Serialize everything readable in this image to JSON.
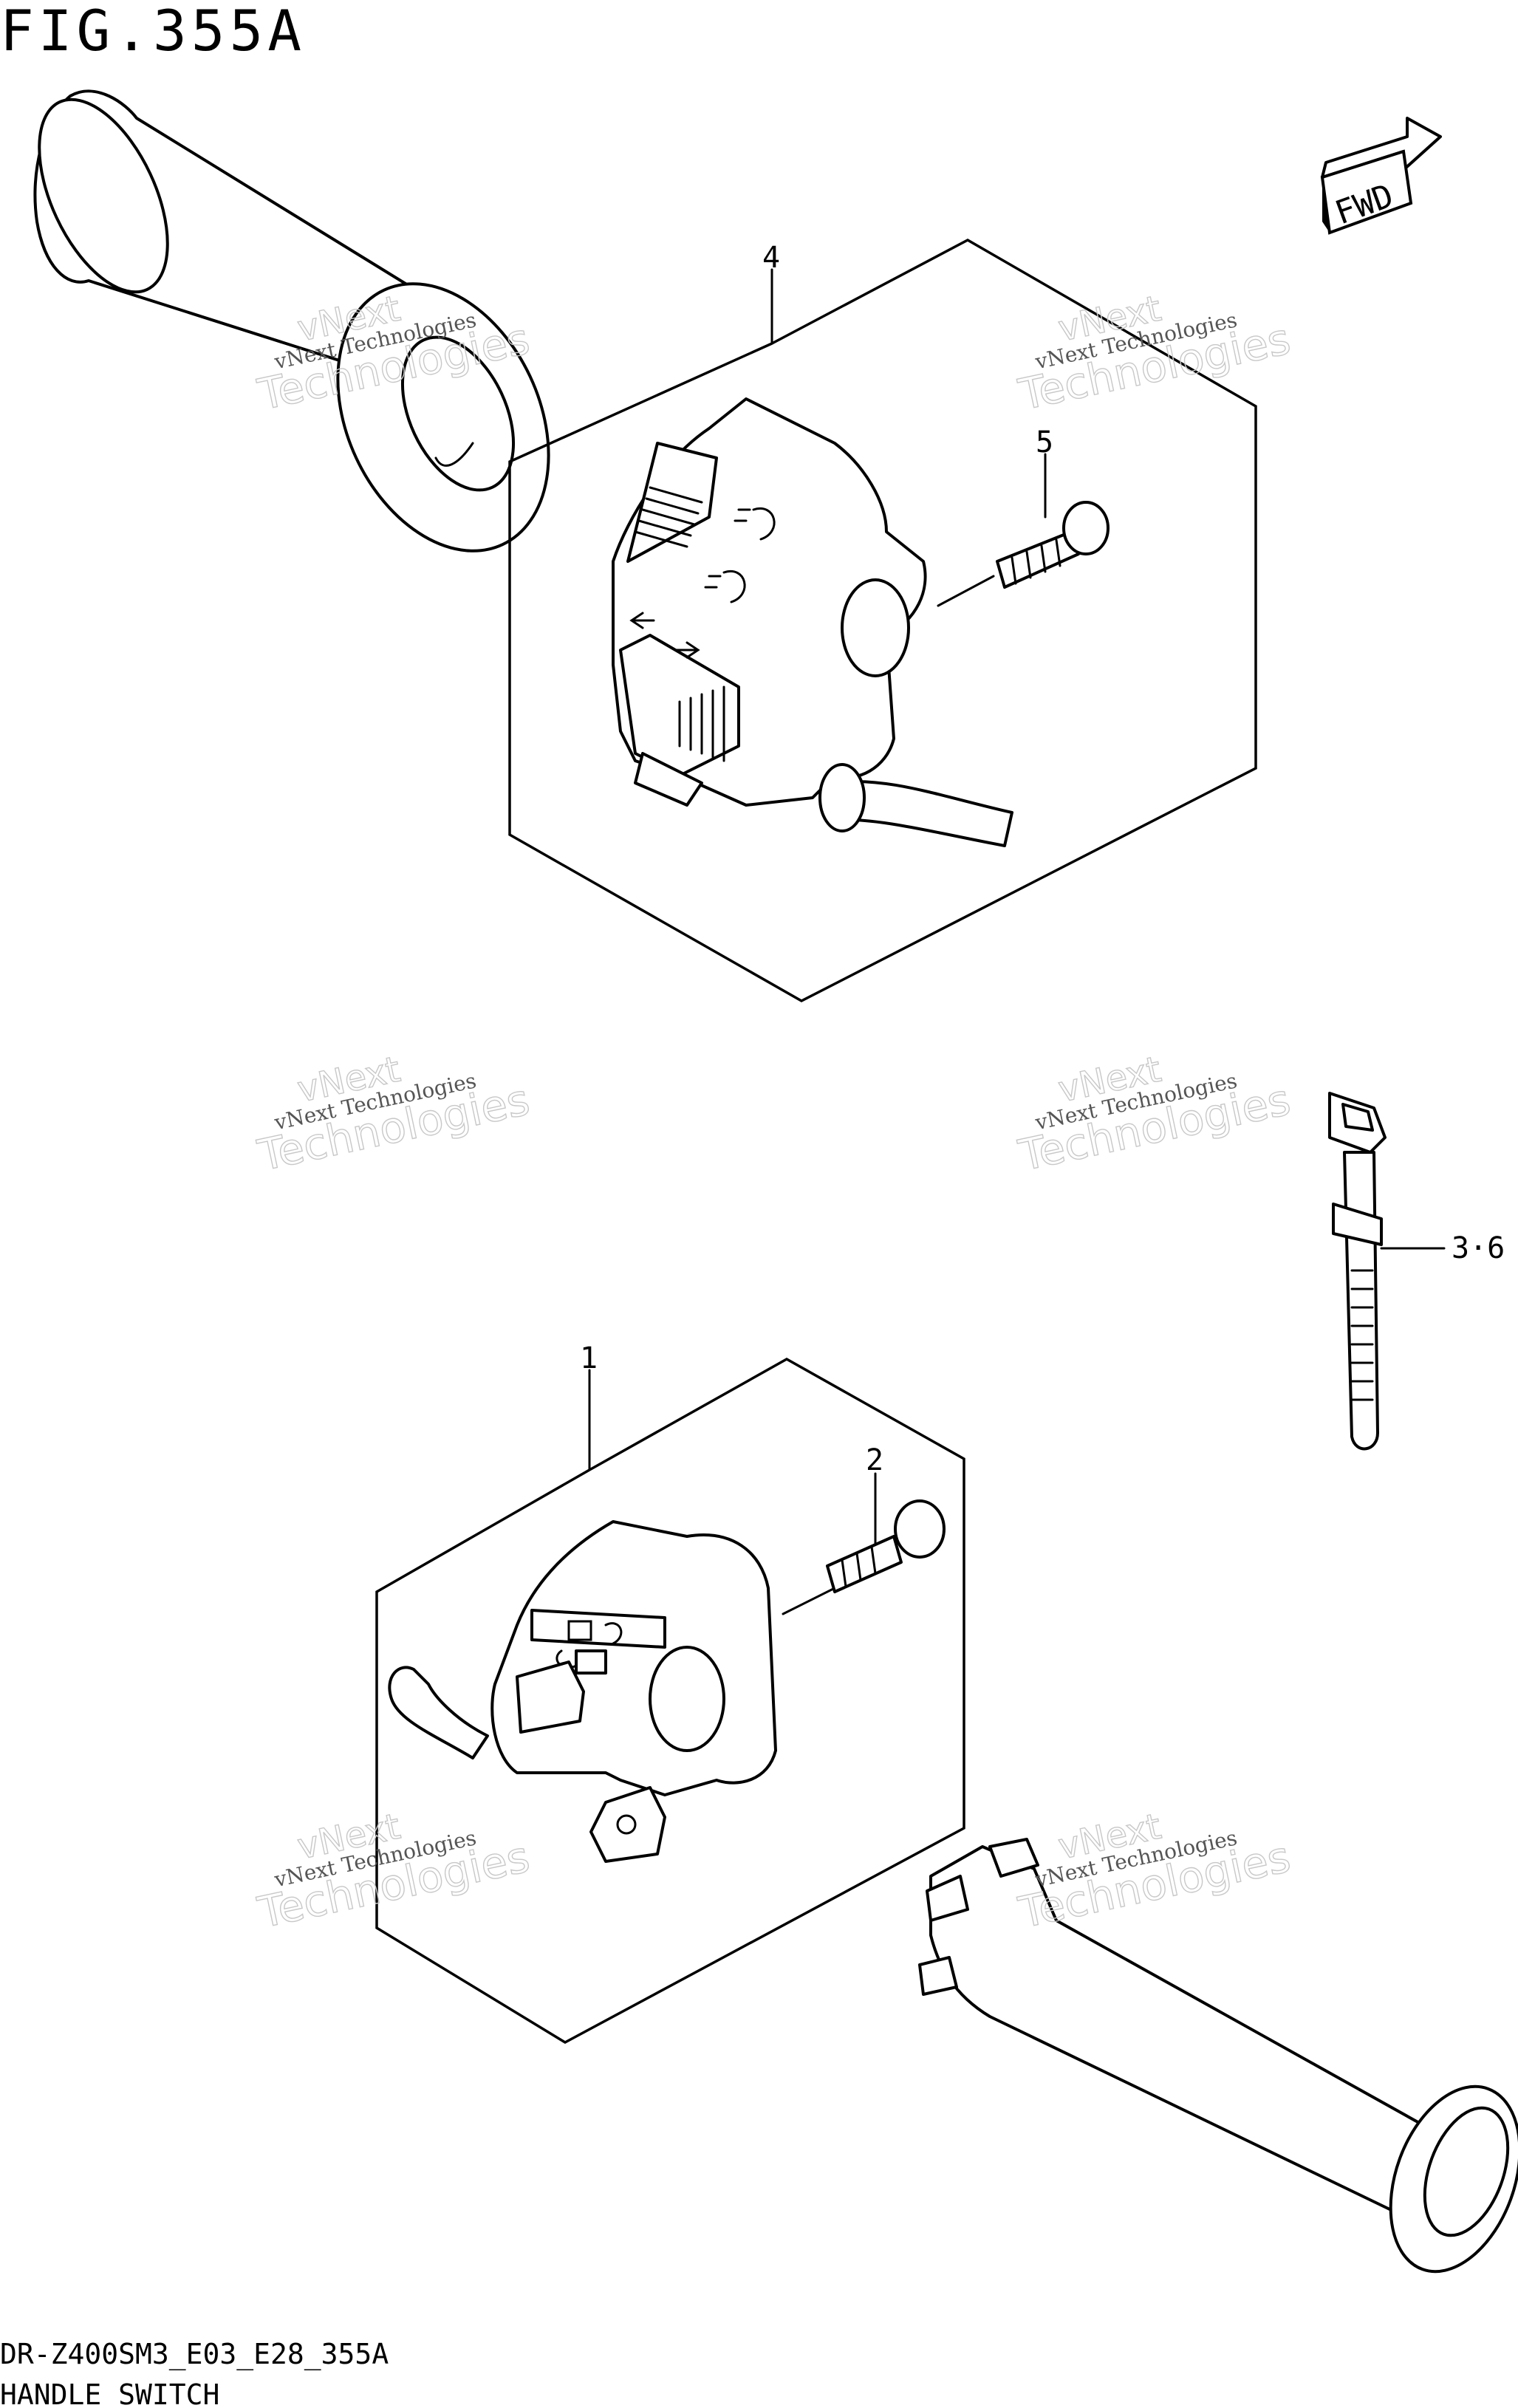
{
  "figure": {
    "title": "FIG.355A",
    "fwd_arrow_label": "FWD",
    "model_code": "DR-Z400SM3_E03_E28_355A",
    "section_name": "HANDLE SWITCH"
  },
  "callouts": [
    {
      "id": "1",
      "label": "1"
    },
    {
      "id": "2",
      "label": "2"
    },
    {
      "id": "3-6",
      "label": "3·6"
    },
    {
      "id": "4",
      "label": "4"
    },
    {
      "id": "5",
      "label": "5"
    }
  ],
  "watermarks": [
    {
      "line1": "vNext",
      "line2": "vNext Technologies",
      "line3": "Technologies"
    },
    {
      "line1": "vNext",
      "line2": "vNext Technologies",
      "line3": "Technologies"
    },
    {
      "line1": "vNext",
      "line2": "vNext Technologies",
      "line3": "Technologies"
    },
    {
      "line1": "vNext",
      "line2": "vNext Technologies",
      "line3": "Technologies"
    },
    {
      "line1": "vNext",
      "line2": "vNext Technologies",
      "line3": "Technologies"
    },
    {
      "line1": "vNext",
      "line2": "vNext Technologies",
      "line3": "Technologies"
    }
  ],
  "parts": [
    {
      "name": "left-handlebar-grip"
    },
    {
      "name": "left-handle-switch-assembly"
    },
    {
      "name": "switch-screw-upper"
    },
    {
      "name": "cable-tie"
    },
    {
      "name": "right-handle-switch-assembly"
    },
    {
      "name": "switch-screw-lower"
    },
    {
      "name": "throttle-grip"
    }
  ]
}
